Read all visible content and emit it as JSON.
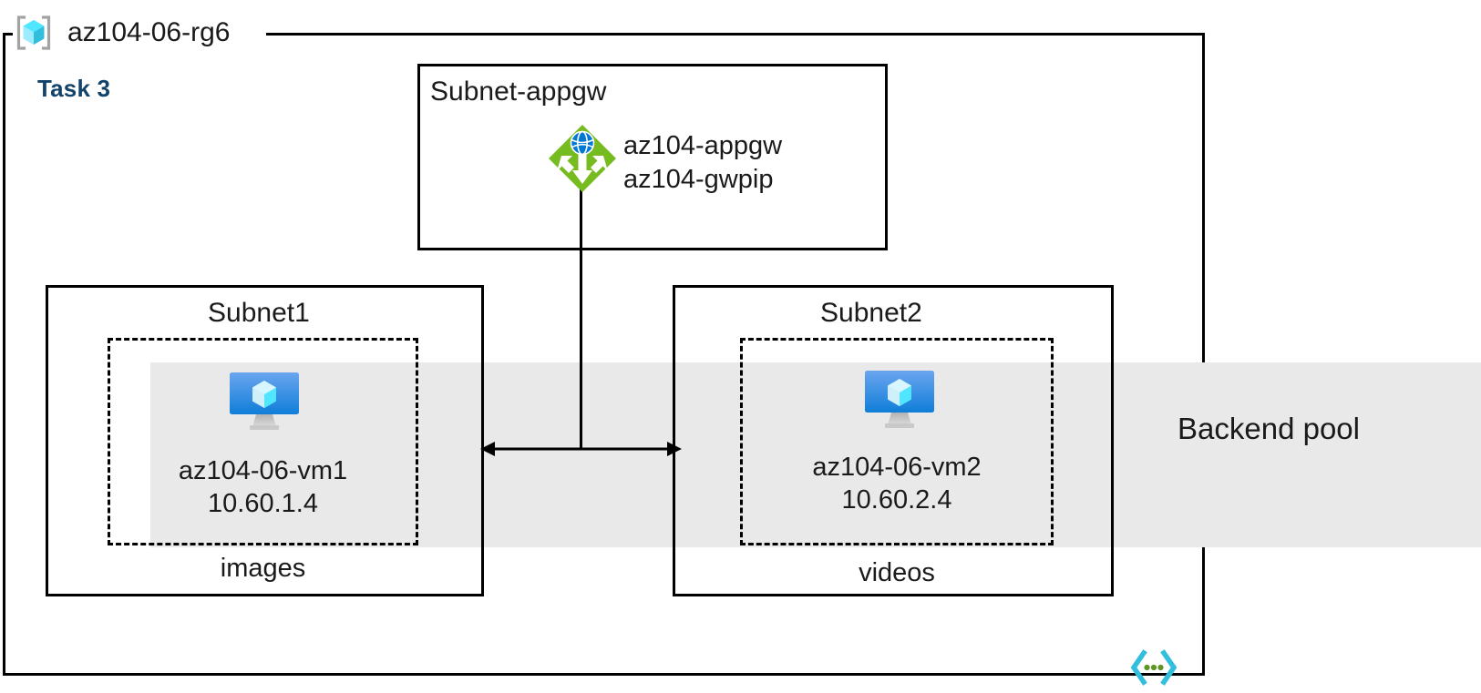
{
  "diagram": {
    "title": "az104-06-rg6",
    "resource_group": {
      "name": "az104-06-rg6",
      "icon": "resource-group-cube-icon"
    },
    "task_label": "Task 3",
    "colors": {
      "task_blue": "#12436b",
      "backend_band_gray": "#e9e9e9",
      "appgw_green": "#76bc21",
      "vm_blue": "#0078d4",
      "cube_cyan": "#50e6ff",
      "code_icon_cyan": "#32bedd",
      "code_icon_green": "#5e9624",
      "border_black": "#000000"
    },
    "backend_pool": {
      "label": "Backend pool"
    },
    "subnets": [
      {
        "id": "subnet-appgw",
        "name": "Subnet-appgw",
        "resources": [
          {
            "icon": "application-gateway-icon",
            "lines": [
              "az104-appgw",
              "az104-gwpip"
            ]
          }
        ]
      },
      {
        "id": "subnet1",
        "name": "Subnet1",
        "tier_label": "images",
        "vm": {
          "icon": "virtual-machine-icon",
          "name": "az104-06-vm1",
          "ip": "10.60.1.4"
        }
      },
      {
        "id": "subnet2",
        "name": "Subnet2",
        "tier_label": "videos",
        "vm": {
          "icon": "virtual-machine-icon",
          "name": "az104-06-vm2",
          "ip": "10.60.2.4"
        }
      }
    ],
    "connectors": [
      {
        "id": "appgw-to-backends",
        "type": "double-headed-arrow",
        "from": "subnet1",
        "to": "subnet2"
      }
    ],
    "footer_icon": "code-brackets-icon"
  }
}
